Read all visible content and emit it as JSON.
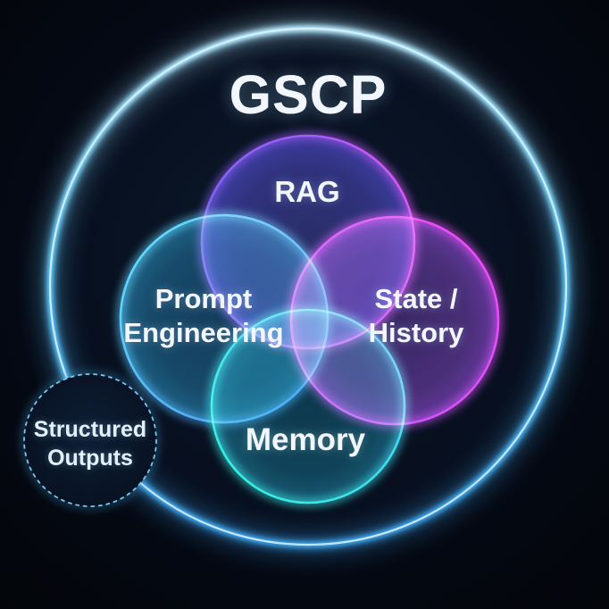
{
  "title": {
    "text": "GSCP"
  },
  "colors": {
    "background": "#04070f",
    "outer_ring": "#5ec4f6",
    "text": "#f2f7ff"
  },
  "venn": {
    "circles": [
      {
        "id": "rag",
        "label": "RAG",
        "accent": "#a14df6",
        "fill_tone": "#282066"
      },
      {
        "id": "prompt-engineering",
        "line1": "Prompt",
        "line2": "Engineering",
        "accent": "#4fc9fb",
        "fill_tone": "#0e3a50"
      },
      {
        "id": "state-history",
        "line1": "State /",
        "line2": "History",
        "accent": "#e83df6",
        "fill_tone": "#421e62"
      },
      {
        "id": "memory",
        "label": "Memory",
        "accent": "#35ecdc",
        "fill_tone": "#083642"
      }
    ]
  },
  "satellite": {
    "id": "structured-outputs",
    "line1": "Structured",
    "line2": "Outputs",
    "accent": "#79c7ef"
  }
}
